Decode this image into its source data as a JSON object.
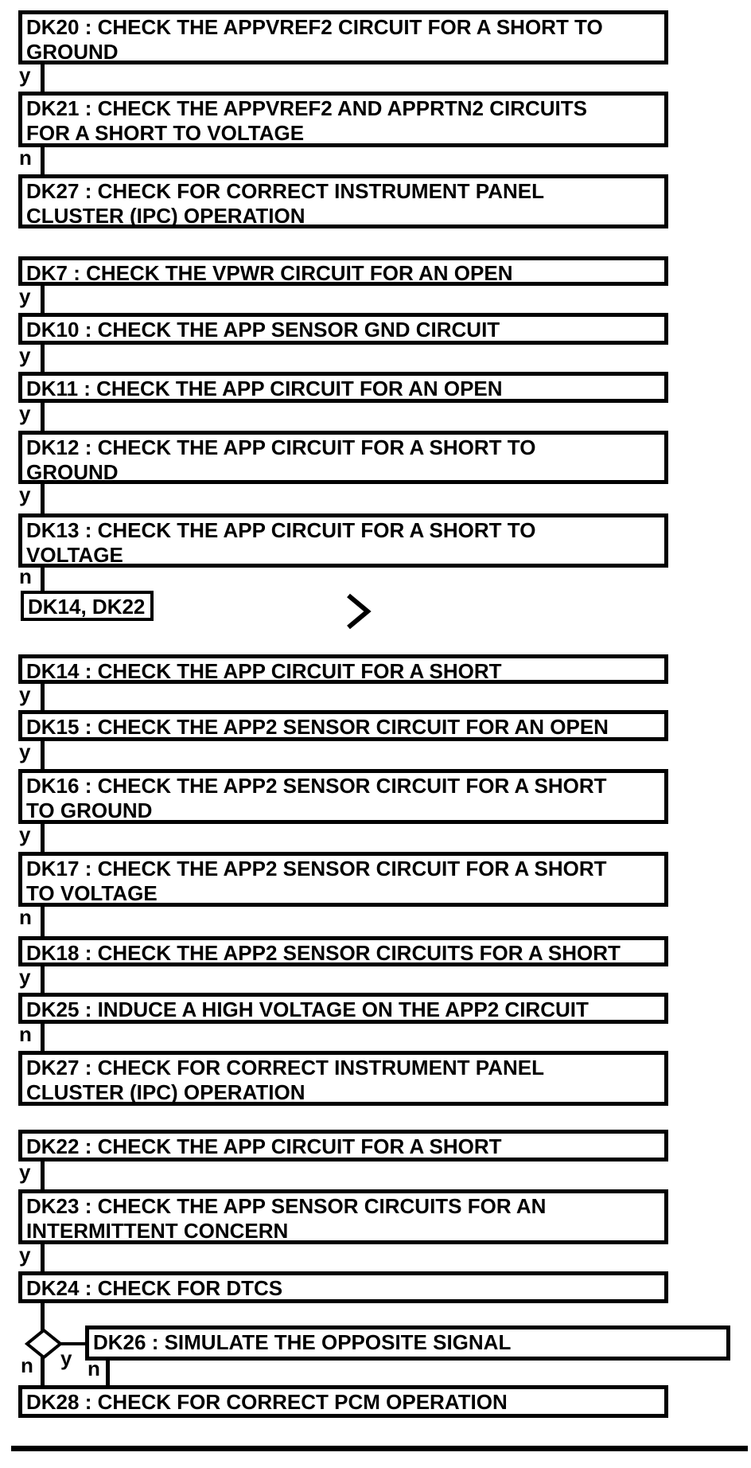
{
  "flowchart": {
    "background_color": "#ffffff",
    "stroke_color": "#000000",
    "nodes": {
      "dk20": {
        "id": "DK20",
        "text": "DK20 : CHECK THE APPVREF2 CIRCUIT FOR A SHORT TO\nGROUND"
      },
      "dk21": {
        "id": "DK21",
        "text": "DK21 : CHECK THE APPVREF2 AND APPRTN2 CIRCUITS\nFOR A SHORT TO VOLTAGE"
      },
      "dk27_a": {
        "id": "DK27",
        "text": "DK27 : CHECK FOR CORRECT INSTRUMENT PANEL\nCLUSTER (IPC) OPERATION"
      },
      "dk7": {
        "id": "DK7",
        "text": "DK7 : CHECK THE VPWR CIRCUIT FOR AN OPEN"
      },
      "dk10": {
        "id": "DK10",
        "text": "DK10 : CHECK THE APP SENSOR GND CIRCUIT"
      },
      "dk11": {
        "id": "DK11",
        "text": "DK11 : CHECK THE APP CIRCUIT FOR AN OPEN"
      },
      "dk12": {
        "id": "DK12",
        "text": "DK12 : CHECK THE APP CIRCUIT FOR A SHORT TO\nGROUND"
      },
      "dk13": {
        "id": "DK13",
        "text": "DK13 : CHECK THE APP CIRCUIT FOR A SHORT TO\nVOLTAGE"
      },
      "ref_dk14_dk22": {
        "id": "DK14, DK22",
        "text": "DK14, DK22"
      },
      "dk14": {
        "id": "DK14",
        "text": "DK14 : CHECK THE APP CIRCUIT FOR A SHORT"
      },
      "dk15": {
        "id": "DK15",
        "text": "DK15 : CHECK THE APP2 SENSOR CIRCUIT FOR AN OPEN"
      },
      "dk16": {
        "id": "DK16",
        "text": "DK16 : CHECK THE APP2 SENSOR CIRCUIT FOR A SHORT\nTO GROUND"
      },
      "dk17": {
        "id": "DK17",
        "text": "DK17 : CHECK THE APP2 SENSOR CIRCUIT FOR A SHORT\nTO VOLTAGE"
      },
      "dk18": {
        "id": "DK18",
        "text": "DK18 : CHECK THE APP2 SENSOR CIRCUITS FOR A SHORT"
      },
      "dk25": {
        "id": "DK25",
        "text": "DK25 : INDUCE A HIGH VOLTAGE ON THE APP2 CIRCUIT"
      },
      "dk27_b": {
        "id": "DK27",
        "text": "DK27 : CHECK FOR CORRECT INSTRUMENT PANEL\nCLUSTER (IPC) OPERATION"
      },
      "dk22": {
        "id": "DK22",
        "text": "DK22 : CHECK THE APP CIRCUIT FOR A SHORT"
      },
      "dk23": {
        "id": "DK23",
        "text": "DK23 : CHECK THE APP SENSOR CIRCUITS FOR AN\nINTERMITTENT CONCERN"
      },
      "dk24": {
        "id": "DK24",
        "text": "DK24 : CHECK FOR DTCS"
      },
      "decision": {
        "id": "decision",
        "shape": "diamond",
        "text": ""
      },
      "dk26": {
        "id": "DK26",
        "text": "DK26 : SIMULATE THE OPPOSITE SIGNAL"
      },
      "dk28": {
        "id": "DK28",
        "text": "DK28 : CHECK FOR CORRECT PCM OPERATION"
      }
    },
    "edges": [
      {
        "from": "DK20",
        "to": "DK21",
        "label": "y"
      },
      {
        "from": "DK21",
        "to": "DK27",
        "label": "n"
      },
      {
        "from": "DK7",
        "to": "DK10",
        "label": "y"
      },
      {
        "from": "DK10",
        "to": "DK11",
        "label": "y"
      },
      {
        "from": "DK11",
        "to": "DK12",
        "label": "y"
      },
      {
        "from": "DK12",
        "to": "DK13",
        "label": "y"
      },
      {
        "from": "DK13",
        "to": "DK14, DK22",
        "label": "n"
      },
      {
        "from": "DK14",
        "to": "DK15",
        "label": "y"
      },
      {
        "from": "DK15",
        "to": "DK16",
        "label": "y"
      },
      {
        "from": "DK16",
        "to": "DK17",
        "label": "y"
      },
      {
        "from": "DK17",
        "to": "DK18",
        "label": "n"
      },
      {
        "from": "DK18",
        "to": "DK25",
        "label": "y"
      },
      {
        "from": "DK25",
        "to": "DK27",
        "label": "n"
      },
      {
        "from": "DK22",
        "to": "DK23",
        "label": "y"
      },
      {
        "from": "DK23",
        "to": "DK24",
        "label": "y"
      },
      {
        "from": "DK24",
        "to": "decision",
        "label": ""
      },
      {
        "from": "decision",
        "to": "DK26",
        "label": "y"
      },
      {
        "from": "decision",
        "to": "DK28",
        "label": "n"
      },
      {
        "from": "DK26",
        "to": "DK28",
        "label": "n"
      }
    ]
  }
}
